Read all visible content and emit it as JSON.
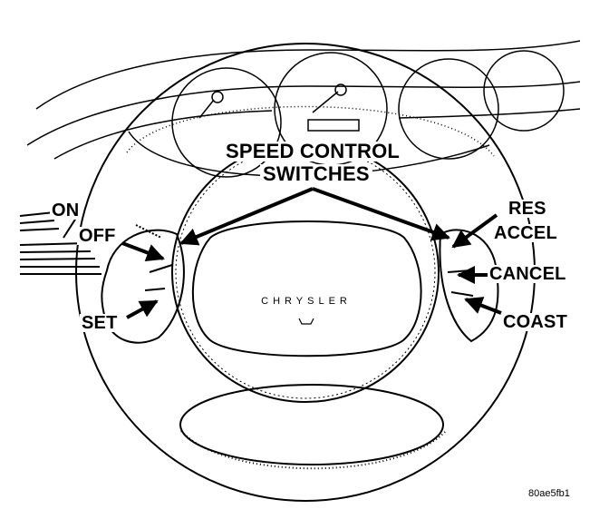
{
  "diagram": {
    "title_lines": [
      "SPEED CONTROL",
      "SWITCHES"
    ],
    "left_labels": [
      "ON",
      "OFF",
      "SET"
    ],
    "right_labels": [
      "RES",
      "ACCEL",
      "CANCEL",
      "COAST"
    ],
    "airbag_brand": "CHRYSLER",
    "figure_id": "80ae5fb1"
  },
  "colors": {
    "line": "#000000",
    "background": "#ffffff"
  }
}
